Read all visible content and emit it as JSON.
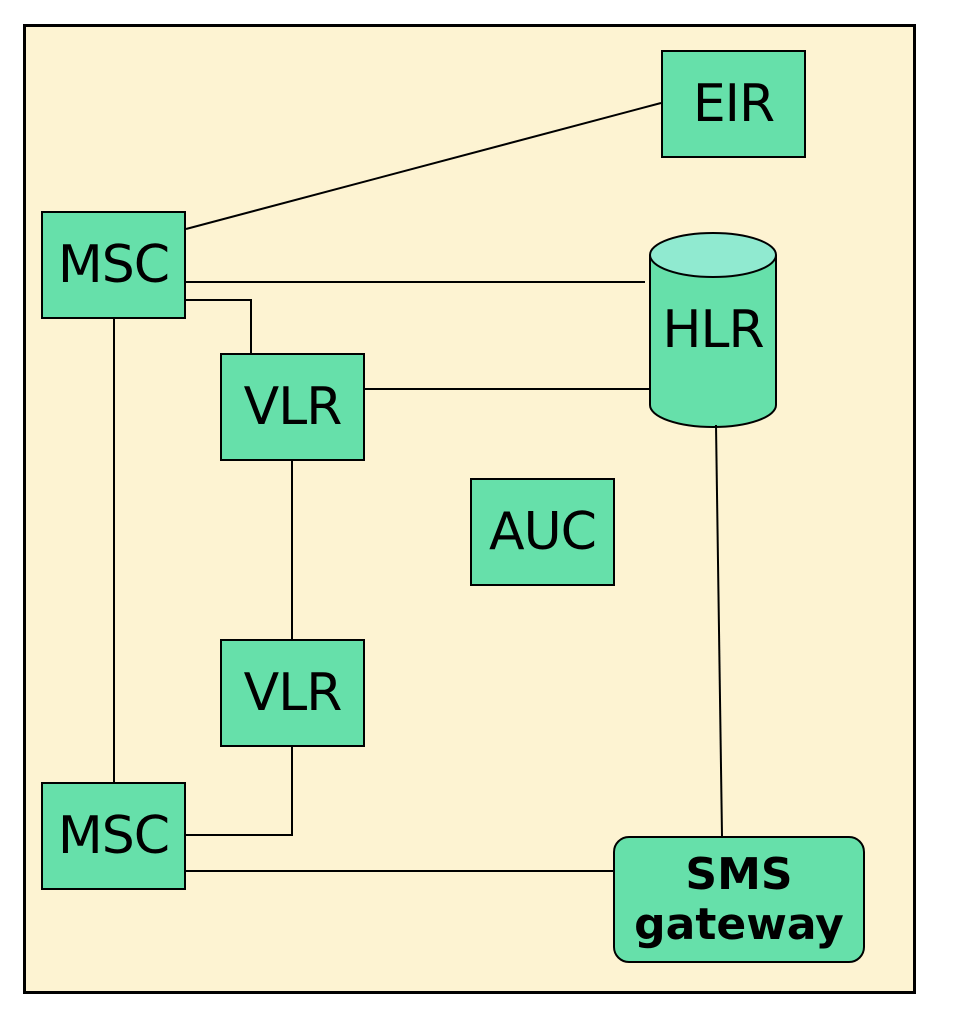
{
  "diagram": {
    "colors": {
      "background": "#fdf3d2",
      "node_fill": "#66e0aa",
      "cylinder_top": "#90ead0",
      "border": "#000000"
    },
    "nodes": {
      "eir": {
        "label": "EIR"
      },
      "msc_top": {
        "label": "MSC"
      },
      "hlr": {
        "label": "HLR",
        "shape": "cylinder"
      },
      "vlr_top": {
        "label": "VLR"
      },
      "auc": {
        "label": "AUC"
      },
      "vlr_bottom": {
        "label": "VLR"
      },
      "msc_bottom": {
        "label": "MSC"
      },
      "sms_gateway": {
        "line1": "SMS",
        "line2": "gateway"
      }
    },
    "connections": [
      [
        "msc_top",
        "eir"
      ],
      [
        "msc_top",
        "hlr"
      ],
      [
        "msc_top",
        "vlr_top"
      ],
      [
        "vlr_top",
        "hlr"
      ],
      [
        "msc_top",
        "msc_bottom"
      ],
      [
        "vlr_top",
        "vlr_bottom"
      ],
      [
        "vlr_bottom",
        "msc_bottom"
      ],
      [
        "msc_bottom",
        "sms_gateway"
      ],
      [
        "hlr",
        "sms_gateway"
      ]
    ]
  }
}
